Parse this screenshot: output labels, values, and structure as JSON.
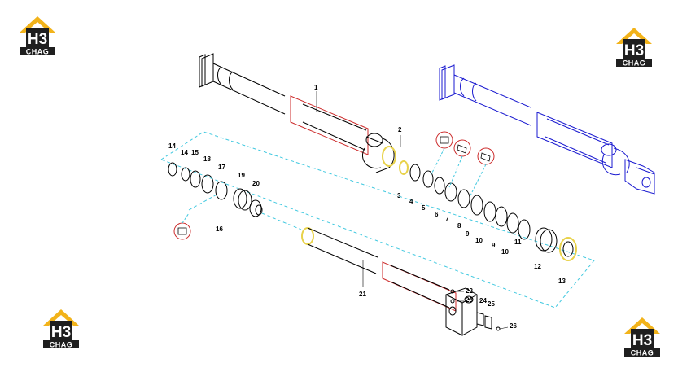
{
  "brand": {
    "logo_mark": "H3",
    "logo_text": "CHAG",
    "colors": {
      "roof": "#f2b31a",
      "plate": "#1f1f1f",
      "text": "#ffffff"
    }
  },
  "diagram": {
    "line_color": "#000000",
    "highlight_color": "#e8d24a",
    "callout_color": "#cc2a2a",
    "dashed_color": "#42c9e0",
    "assembled_color": "#1a1ad0",
    "part_labels": {
      "p1": "1",
      "p2": "2",
      "p3": "3",
      "p4": "4",
      "p5": "5",
      "p6": "6",
      "p7": "7",
      "p8": "8",
      "p9a": "9",
      "p9b": "9",
      "p10a": "10",
      "p10b": "10",
      "p11": "11",
      "p12": "12",
      "p13": "13",
      "p14a": "14",
      "p14b": "14",
      "p15": "15",
      "p16": "16",
      "p17": "17",
      "p18": "18",
      "p19": "19",
      "p20": "20",
      "p21": "21",
      "p22": "22",
      "p23": "23",
      "p24": "24",
      "p25": "25",
      "p26": "26"
    }
  }
}
